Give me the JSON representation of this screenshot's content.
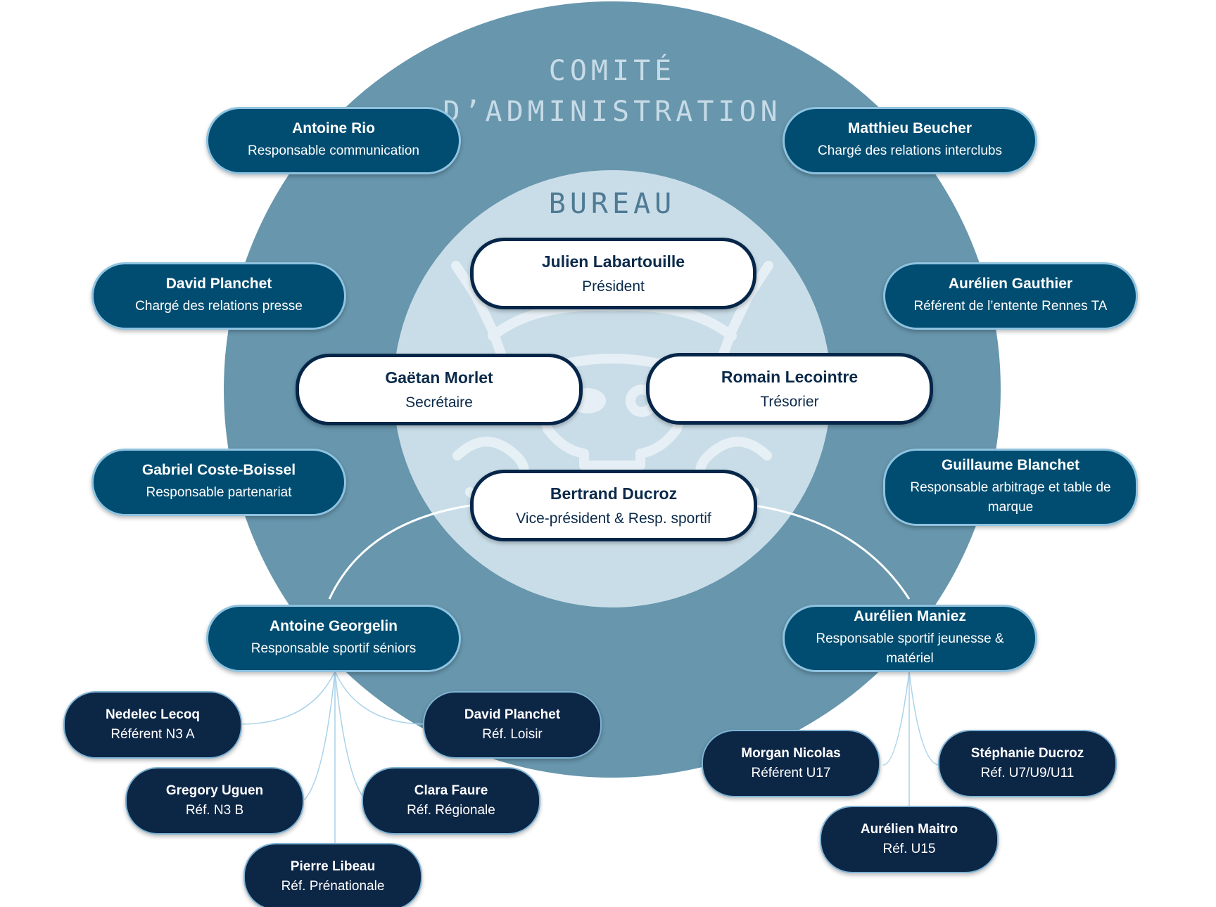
{
  "titles": {
    "comite_line1": "COMITÉ",
    "comite_line2": "D’ADMINISTRATION",
    "bureau": "BUREAU"
  },
  "colors": {
    "outer_circle": "#6796ad",
    "inner_circle": "#c9dde8",
    "ca_box": "#004d71",
    "bureau_box_border": "#062649",
    "sub_box": "#0c2646",
    "connector": "#a9d2ea"
  },
  "logo": {
    "icon": "pirate-skull-logo-icon"
  },
  "bureau": {
    "president": {
      "name": "Julien Labartouille",
      "role": "Président"
    },
    "secretary": {
      "name": "Gaëtan Morlet",
      "role": "Secrétaire"
    },
    "treasurer": {
      "name": "Romain Lecointre",
      "role": "Trésorier"
    },
    "vice_president": {
      "name": "Bertrand Ducroz",
      "role": "Vice-président & Resp. sportif"
    }
  },
  "comite": {
    "antoine_rio": {
      "name": "Antoine Rio",
      "role": "Responsable communication"
    },
    "matthieu_beucher": {
      "name": "Matthieu Beucher",
      "role": "Chargé des relations interclubs"
    },
    "david_planchet_presse": {
      "name": "David Planchet",
      "role": "Chargé des relations presse"
    },
    "aurelien_gauthier": {
      "name": "Aurélien Gauthier",
      "role": "Référent de l’entente Rennes TA"
    },
    "gabriel_coste_boissel": {
      "name": "Gabriel Coste-Boissel",
      "role": "Responsable partenariat"
    },
    "guillaume_blanchet": {
      "name": "Guillaume Blanchet",
      "role": "Responsable arbitrage et table de marque"
    },
    "antoine_georgelin": {
      "name": "Antoine Georgelin",
      "role": "Responsable sportif séniors"
    },
    "aurelien_maniez": {
      "name": "Aurélien Maniez",
      "role": "Responsable sportif jeunesse & matériel"
    }
  },
  "seniors_referents": {
    "nedelec_lecoq": {
      "name": "Nedelec Lecoq",
      "role": "Référent N3 A"
    },
    "gregory_uguen": {
      "name": "Gregory Uguen",
      "role": "Réf. N3 B"
    },
    "pierre_libeau": {
      "name": "Pierre Libeau",
      "role": "Réf. Prénationale"
    },
    "clara_faure": {
      "name": "Clara Faure",
      "role": "Réf. Régionale"
    },
    "david_planchet_loisir": {
      "name": "David Planchet",
      "role": "Réf. Loisir"
    }
  },
  "jeunesse_referents": {
    "morgan_nicolas": {
      "name": "Morgan Nicolas",
      "role": "Référent U17"
    },
    "aurelien_maitro": {
      "name": "Aurélien Maitro",
      "role": "Réf. U15"
    },
    "stephanie_ducroz": {
      "name": "Stéphanie Ducroz",
      "role": "Réf. U7/U9/U11"
    }
  }
}
